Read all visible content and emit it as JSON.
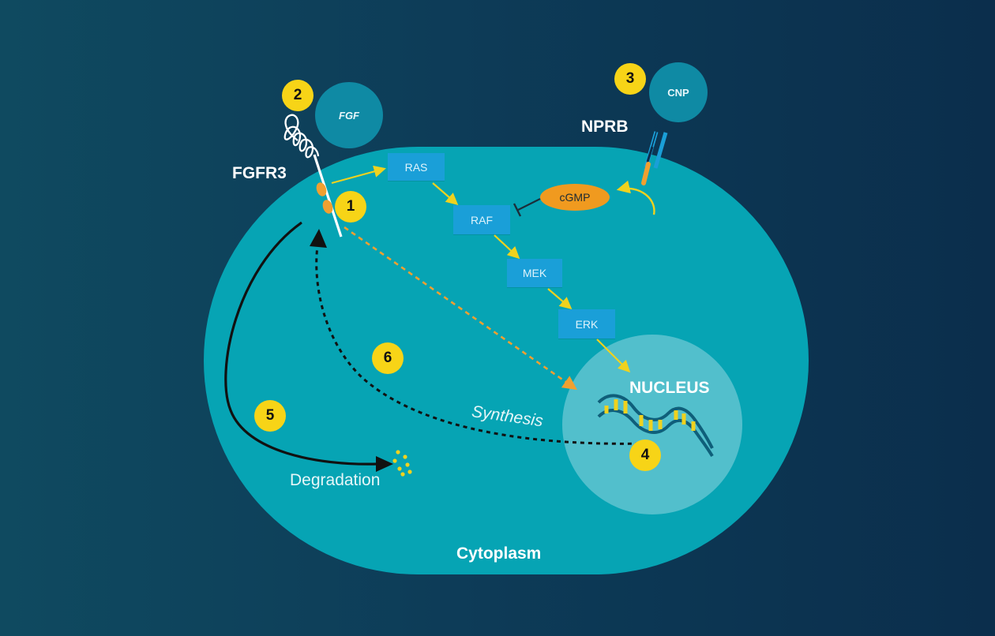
{
  "labels": {
    "fgfr3": "FGFR3",
    "nprb": "NPRB",
    "fgf": "FGF",
    "cnp": "CNP",
    "cgmp": "cGMP",
    "nucleus": "NUCLEUS",
    "synthesis": "Synthesis",
    "degradation": "Degradation",
    "cytoplasm": "Cytoplasm"
  },
  "cascade": [
    "RAS",
    "RAF",
    "MEK",
    "ERK"
  ],
  "steps": [
    "1",
    "2",
    "3",
    "4",
    "5",
    "6"
  ],
  "colors": {
    "cell": "#06a4b4",
    "nucleus": "#52bfcc",
    "box": "#1a9fd8",
    "badge": "#f7d417",
    "ligand": "#0f8aa4",
    "cgmp": "#f09a1f",
    "arrow": "#f0d21e",
    "dashed_orange": "#f0a030"
  }
}
